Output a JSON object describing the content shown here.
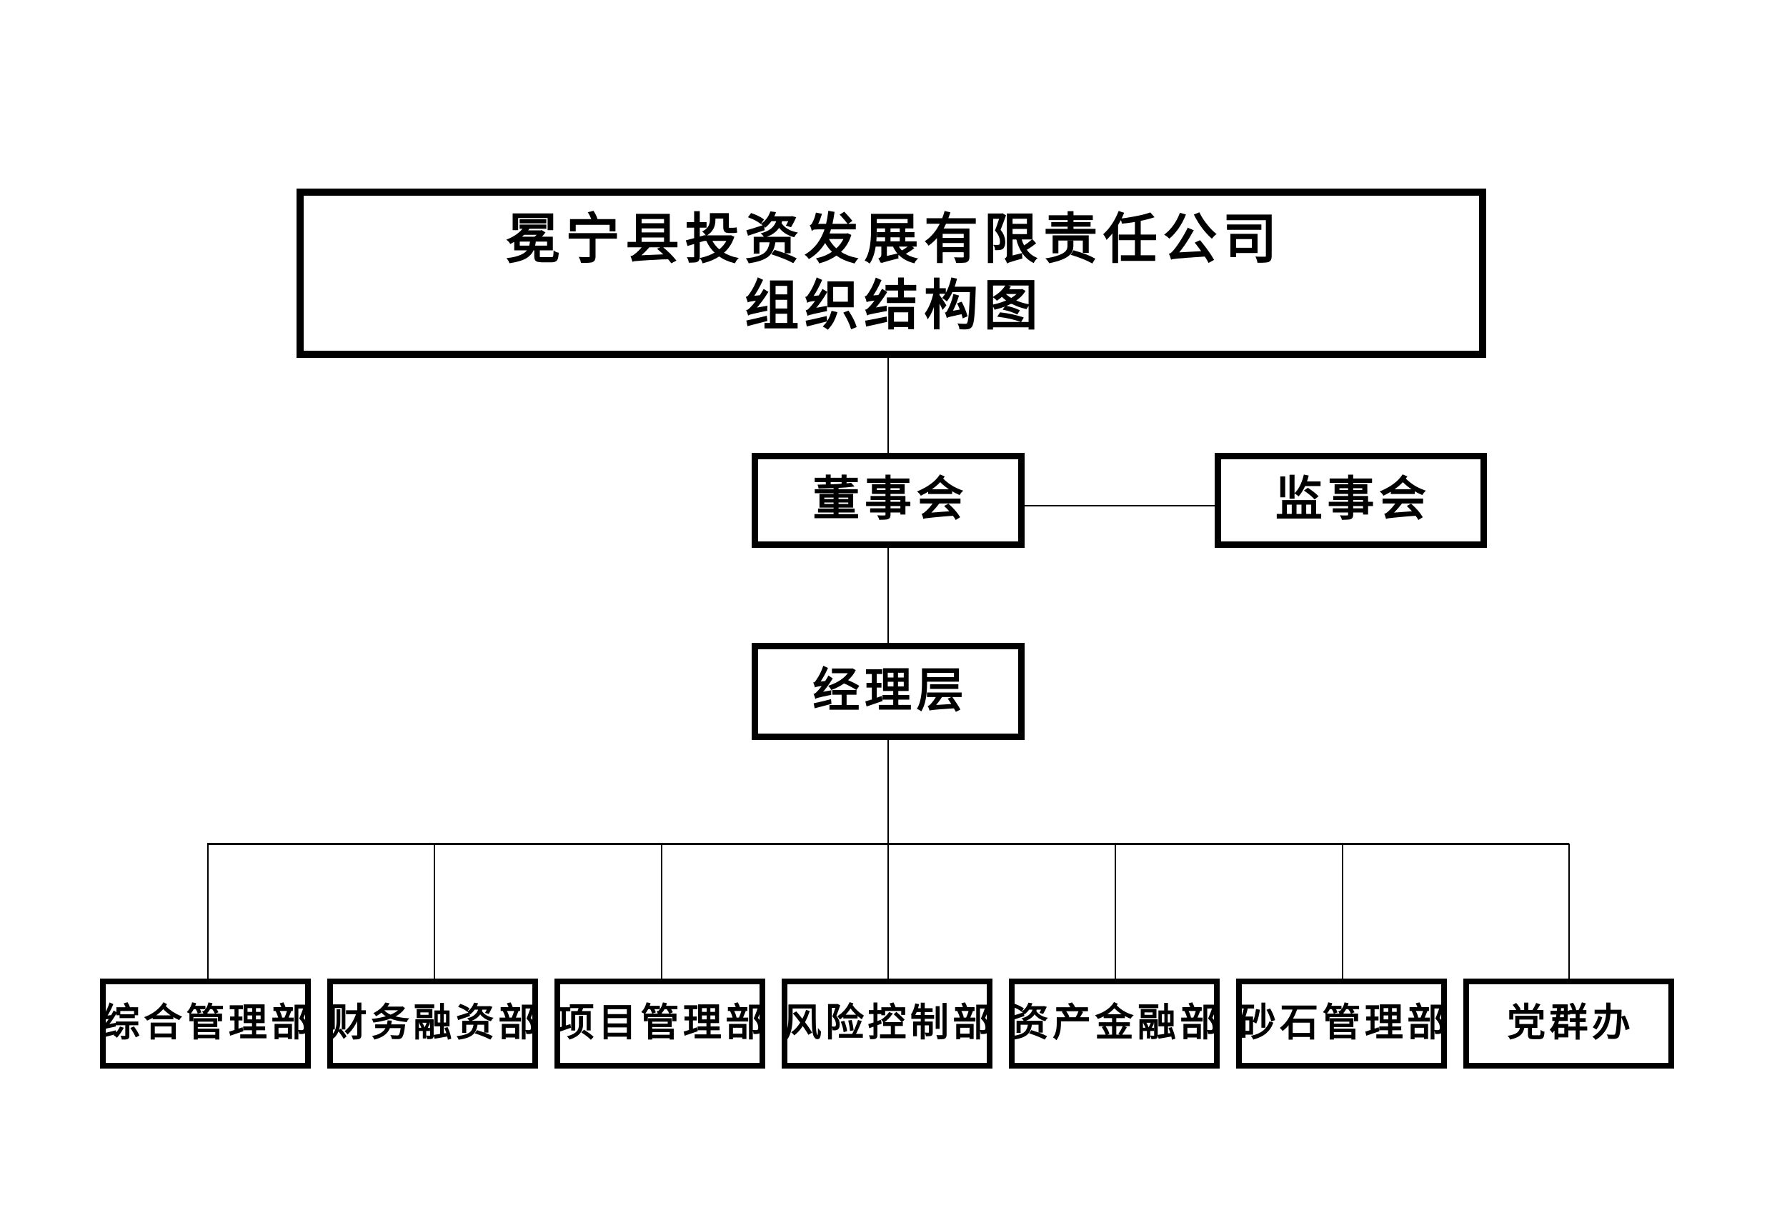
{
  "chart": {
    "type": "org-chart",
    "title_box": {
      "line1": "冕宁县投资发展有限责任公司",
      "line2": "组织结构图"
    },
    "nodes": {
      "board": "董事会",
      "supervisors": "监事会",
      "management": "经理层"
    },
    "departments": [
      {
        "label": "综合管理部"
      },
      {
        "label": "财务融资部"
      },
      {
        "label": "项目管理部"
      },
      {
        "label": "风险控制部"
      },
      {
        "label": "资产金融部"
      },
      {
        "label": "砂石管理部"
      },
      {
        "label": "党群办"
      }
    ],
    "colors": {
      "background": "#ffffff",
      "border": "#000000",
      "text": "#000000",
      "connector": "#000000"
    }
  }
}
